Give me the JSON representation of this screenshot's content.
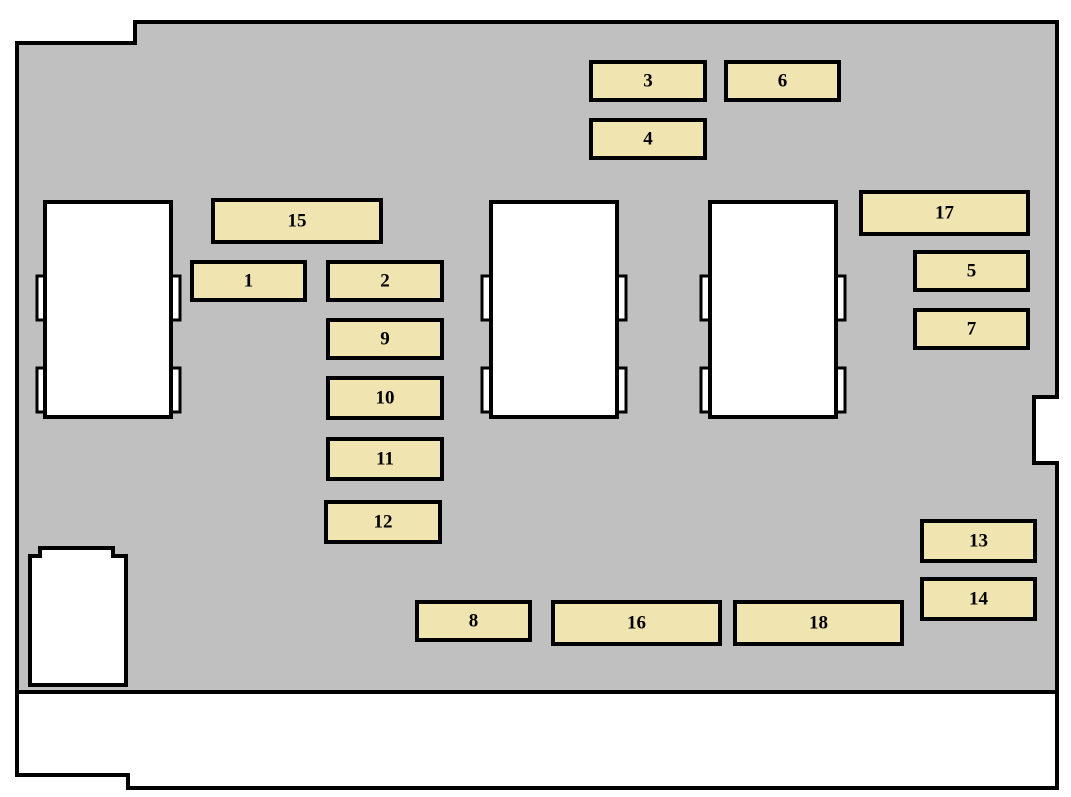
{
  "colors": {
    "board": "#c0c0c0",
    "fuse": "#f0e4b0",
    "relay": "#ffffff",
    "outline": "#000000",
    "strip": "#ffffff"
  },
  "relays": [
    "relay",
    "relay",
    "relay"
  ],
  "fuses": [
    {
      "id": "1",
      "label": "1"
    },
    {
      "id": "2",
      "label": "2"
    },
    {
      "id": "3",
      "label": "3"
    },
    {
      "id": "4",
      "label": "4"
    },
    {
      "id": "5",
      "label": "5"
    },
    {
      "id": "6",
      "label": "6"
    },
    {
      "id": "7",
      "label": "7"
    },
    {
      "id": "8",
      "label": "8"
    },
    {
      "id": "9",
      "label": "9"
    },
    {
      "id": "10",
      "label": "10"
    },
    {
      "id": "11",
      "label": "11"
    },
    {
      "id": "12",
      "label": "12"
    },
    {
      "id": "13",
      "label": "13"
    },
    {
      "id": "14",
      "label": "14"
    },
    {
      "id": "15",
      "label": "15"
    },
    {
      "id": "16",
      "label": "16"
    },
    {
      "id": "17",
      "label": "17"
    },
    {
      "id": "18",
      "label": "18"
    }
  ]
}
